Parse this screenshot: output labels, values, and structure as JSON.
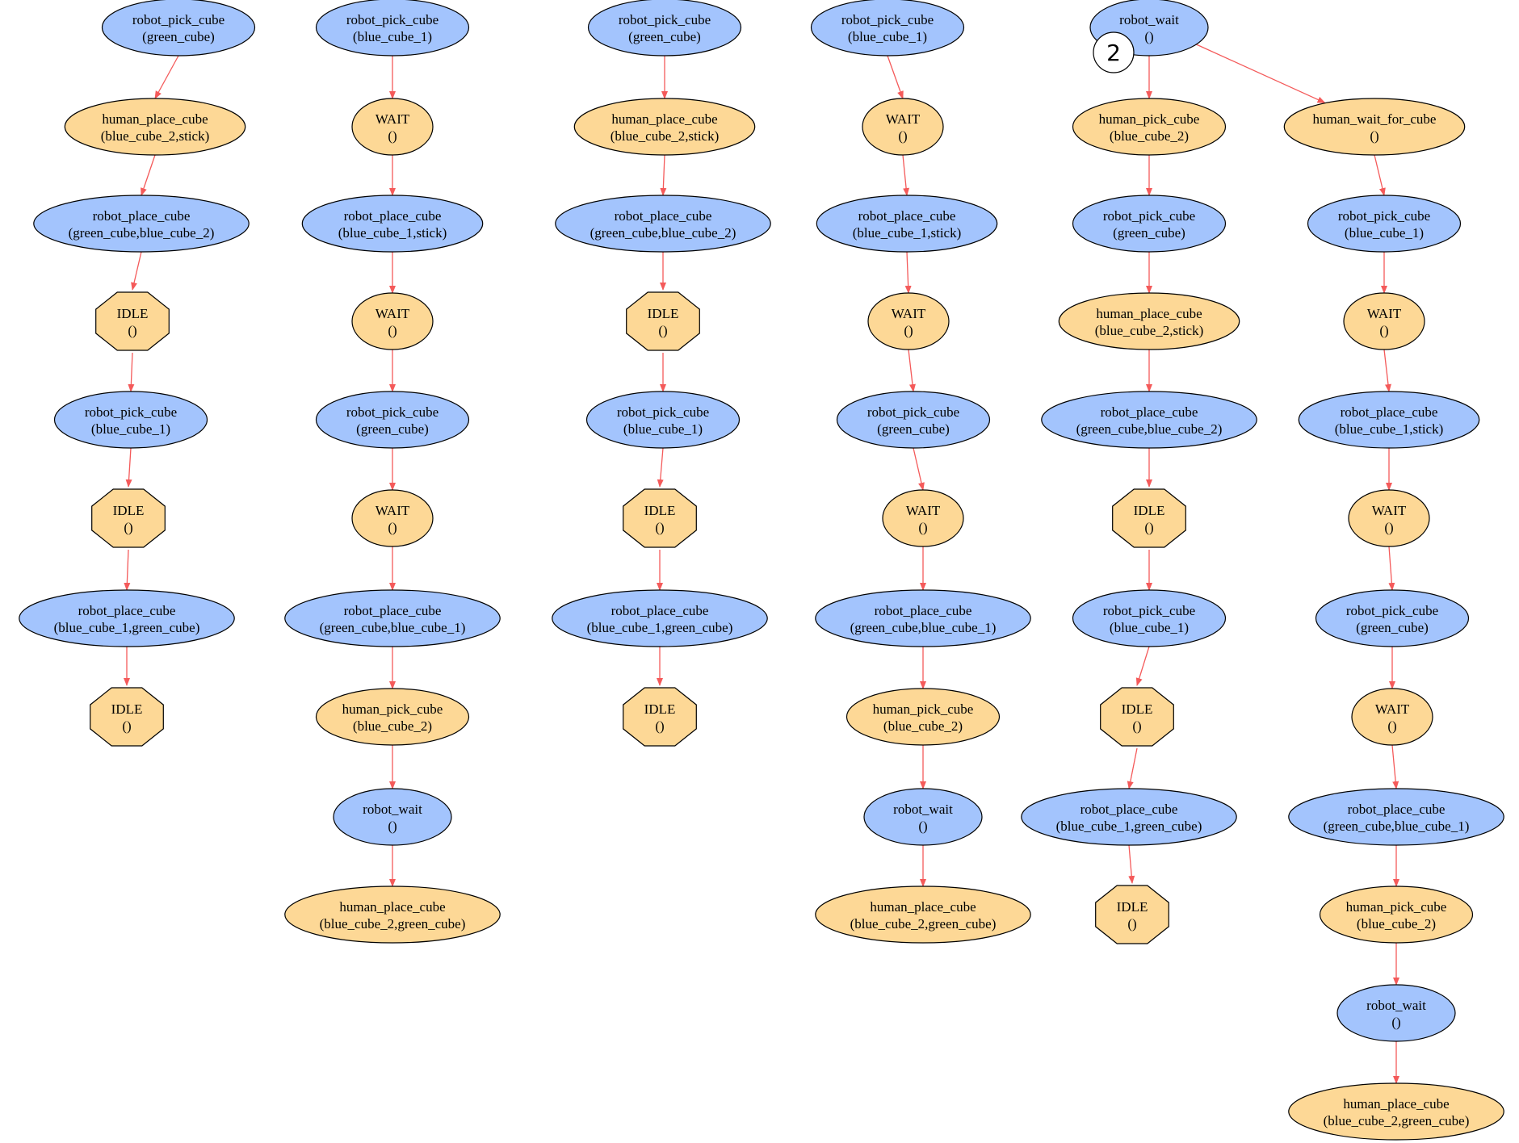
{
  "colors": {
    "robot": "#a3c4fd",
    "human": "#fdd896",
    "edge": "#f45a5a",
    "outline": "#000000"
  },
  "badge": {
    "text": "2"
  },
  "columns": [
    {
      "nodes": [
        {
          "kind": "robot",
          "shape": "ellipse",
          "line1": "robot_pick_cube",
          "line2": "(green_cube)"
        },
        {
          "kind": "human",
          "shape": "ellipse",
          "line1": "human_place_cube",
          "line2": "(blue_cube_2,stick)"
        },
        {
          "kind": "robot",
          "shape": "ellipse",
          "line1": "robot_place_cube",
          "line2": "(green_cube,blue_cube_2)"
        },
        {
          "kind": "human",
          "shape": "octagon",
          "line1": "IDLE",
          "line2": "()"
        },
        {
          "kind": "robot",
          "shape": "ellipse",
          "line1": "robot_pick_cube",
          "line2": "(blue_cube_1)"
        },
        {
          "kind": "human",
          "shape": "octagon",
          "line1": "IDLE",
          "line2": "()"
        },
        {
          "kind": "robot",
          "shape": "ellipse",
          "line1": "robot_place_cube",
          "line2": "(blue_cube_1,green_cube)"
        },
        {
          "kind": "human",
          "shape": "octagon",
          "line1": "IDLE",
          "line2": "()"
        }
      ]
    },
    {
      "nodes": [
        {
          "kind": "robot",
          "shape": "ellipse",
          "line1": "robot_pick_cube",
          "line2": "(blue_cube_1)"
        },
        {
          "kind": "human",
          "shape": "ellipse",
          "line1": "WAIT",
          "line2": "()"
        },
        {
          "kind": "robot",
          "shape": "ellipse",
          "line1": "robot_place_cube",
          "line2": "(blue_cube_1,stick)"
        },
        {
          "kind": "human",
          "shape": "ellipse",
          "line1": "WAIT",
          "line2": "()"
        },
        {
          "kind": "robot",
          "shape": "ellipse",
          "line1": "robot_pick_cube",
          "line2": "(green_cube)"
        },
        {
          "kind": "human",
          "shape": "ellipse",
          "line1": "WAIT",
          "line2": "()"
        },
        {
          "kind": "robot",
          "shape": "ellipse",
          "line1": "robot_place_cube",
          "line2": "(green_cube,blue_cube_1)"
        },
        {
          "kind": "human",
          "shape": "ellipse",
          "line1": "human_pick_cube",
          "line2": "(blue_cube_2)"
        },
        {
          "kind": "robot",
          "shape": "ellipse",
          "line1": "robot_wait",
          "line2": "()"
        },
        {
          "kind": "human",
          "shape": "ellipse",
          "line1": "human_place_cube",
          "line2": "(blue_cube_2,green_cube)"
        }
      ]
    },
    {
      "nodes": [
        {
          "kind": "robot",
          "shape": "ellipse",
          "line1": "robot_pick_cube",
          "line2": "(green_cube)"
        },
        {
          "kind": "human",
          "shape": "ellipse",
          "line1": "human_place_cube",
          "line2": "(blue_cube_2,stick)"
        },
        {
          "kind": "robot",
          "shape": "ellipse",
          "line1": "robot_place_cube",
          "line2": "(green_cube,blue_cube_2)"
        },
        {
          "kind": "human",
          "shape": "octagon",
          "line1": "IDLE",
          "line2": "()"
        },
        {
          "kind": "robot",
          "shape": "ellipse",
          "line1": "robot_pick_cube",
          "line2": "(blue_cube_1)"
        },
        {
          "kind": "human",
          "shape": "octagon",
          "line1": "IDLE",
          "line2": "()"
        },
        {
          "kind": "robot",
          "shape": "ellipse",
          "line1": "robot_place_cube",
          "line2": "(blue_cube_1,green_cube)"
        },
        {
          "kind": "human",
          "shape": "octagon",
          "line1": "IDLE",
          "line2": "()"
        }
      ]
    },
    {
      "nodes": [
        {
          "kind": "robot",
          "shape": "ellipse",
          "line1": "robot_pick_cube",
          "line2": "(blue_cube_1)"
        },
        {
          "kind": "human",
          "shape": "ellipse",
          "line1": "WAIT",
          "line2": "()"
        },
        {
          "kind": "robot",
          "shape": "ellipse",
          "line1": "robot_place_cube",
          "line2": "(blue_cube_1,stick)"
        },
        {
          "kind": "human",
          "shape": "ellipse",
          "line1": "WAIT",
          "line2": "()"
        },
        {
          "kind": "robot",
          "shape": "ellipse",
          "line1": "robot_pick_cube",
          "line2": "(green_cube)"
        },
        {
          "kind": "human",
          "shape": "ellipse",
          "line1": "WAIT",
          "line2": "()"
        },
        {
          "kind": "robot",
          "shape": "ellipse",
          "line1": "robot_place_cube",
          "line2": "(green_cube,blue_cube_1)"
        },
        {
          "kind": "human",
          "shape": "ellipse",
          "line1": "human_pick_cube",
          "line2": "(blue_cube_2)"
        },
        {
          "kind": "robot",
          "shape": "ellipse",
          "line1": "robot_wait",
          "line2": "()"
        },
        {
          "kind": "human",
          "shape": "ellipse",
          "line1": "human_place_cube",
          "line2": "(blue_cube_2,green_cube)"
        }
      ]
    },
    {
      "nodes": [
        {
          "kind": "robot",
          "shape": "ellipse",
          "line1": "robot_wait",
          "line2": "()"
        },
        {
          "kind": "human",
          "shape": "ellipse",
          "line1": "human_pick_cube",
          "line2": "(blue_cube_2)"
        },
        {
          "kind": "robot",
          "shape": "ellipse",
          "line1": "robot_pick_cube",
          "line2": "(green_cube)"
        },
        {
          "kind": "human",
          "shape": "ellipse",
          "line1": "human_place_cube",
          "line2": "(blue_cube_2,stick)"
        },
        {
          "kind": "robot",
          "shape": "ellipse",
          "line1": "robot_place_cube",
          "line2": "(green_cube,blue_cube_2)"
        },
        {
          "kind": "human",
          "shape": "octagon",
          "line1": "IDLE",
          "line2": "()"
        },
        {
          "kind": "robot",
          "shape": "ellipse",
          "line1": "robot_pick_cube",
          "line2": "(blue_cube_1)"
        },
        {
          "kind": "human",
          "shape": "octagon",
          "line1": "IDLE",
          "line2": "()"
        },
        {
          "kind": "robot",
          "shape": "ellipse",
          "line1": "robot_place_cube",
          "line2": "(blue_cube_1,green_cube)"
        },
        {
          "kind": "human",
          "shape": "octagon",
          "line1": "IDLE",
          "line2": "()"
        }
      ]
    },
    {
      "nodes": [
        {
          "kind": "human",
          "shape": "ellipse",
          "line1": "human_wait_for_cube",
          "line2": "()"
        },
        {
          "kind": "robot",
          "shape": "ellipse",
          "line1": "robot_pick_cube",
          "line2": "(blue_cube_1)"
        },
        {
          "kind": "human",
          "shape": "ellipse",
          "line1": "WAIT",
          "line2": "()"
        },
        {
          "kind": "robot",
          "shape": "ellipse",
          "line1": "robot_place_cube",
          "line2": "(blue_cube_1,stick)"
        },
        {
          "kind": "human",
          "shape": "ellipse",
          "line1": "WAIT",
          "line2": "()"
        },
        {
          "kind": "robot",
          "shape": "ellipse",
          "line1": "robot_pick_cube",
          "line2": "(green_cube)"
        },
        {
          "kind": "human",
          "shape": "ellipse",
          "line1": "WAIT",
          "line2": "()"
        },
        {
          "kind": "robot",
          "shape": "ellipse",
          "line1": "robot_place_cube",
          "line2": "(green_cube,blue_cube_1)"
        },
        {
          "kind": "human",
          "shape": "ellipse",
          "line1": "human_pick_cube",
          "line2": "(blue_cube_2)"
        },
        {
          "kind": "robot",
          "shape": "ellipse",
          "line1": "robot_wait",
          "line2": "()"
        },
        {
          "kind": "human",
          "shape": "ellipse",
          "line1": "human_place_cube",
          "line2": "(blue_cube_2,green_cube)"
        }
      ]
    }
  ]
}
